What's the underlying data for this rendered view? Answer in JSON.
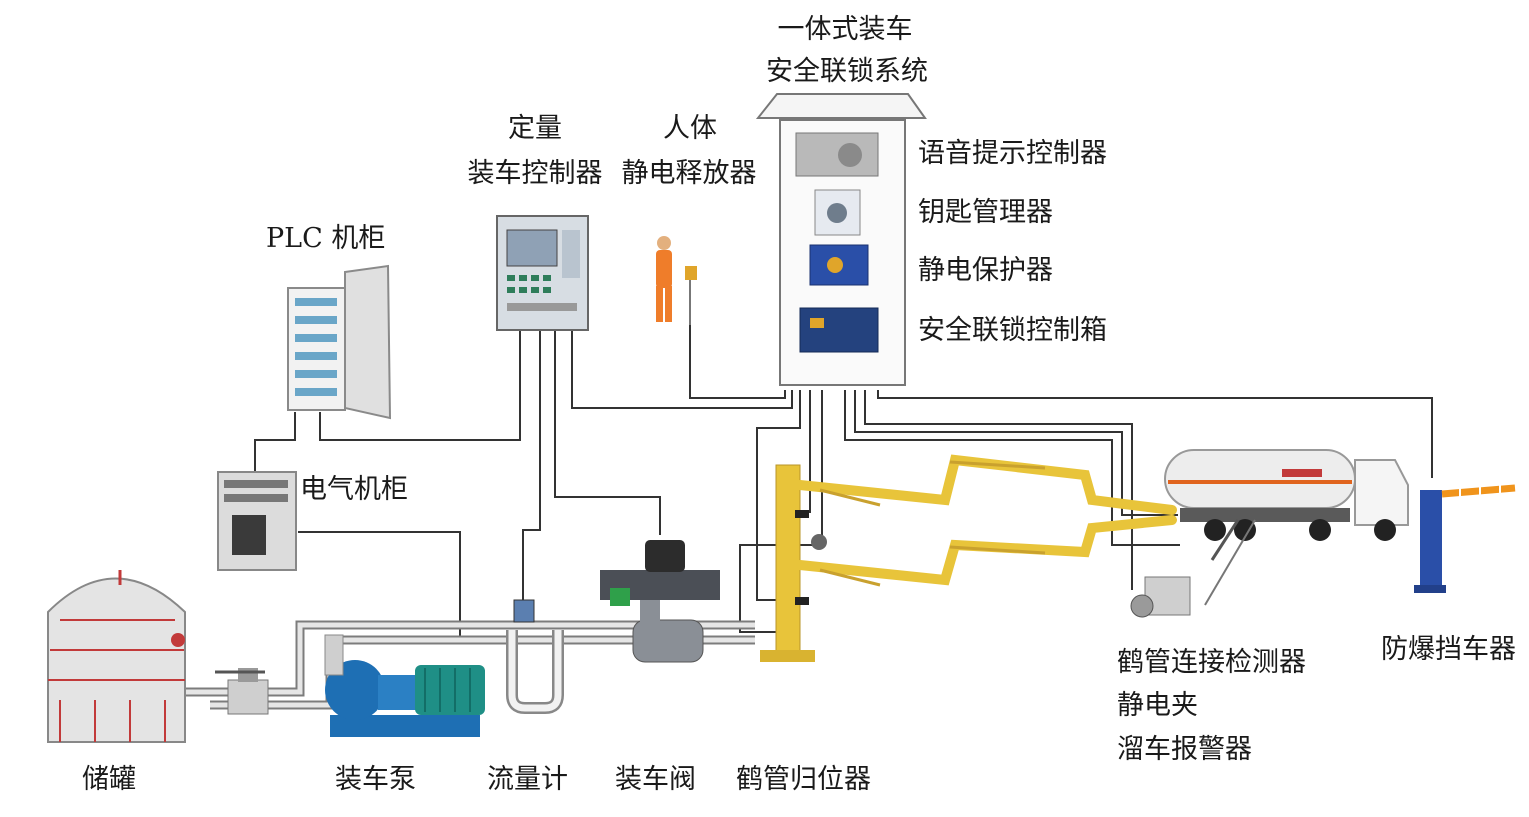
{
  "labels": {
    "system_line1": "一体式装车",
    "system_line2": "安全联锁系统",
    "quant_line1": "定量",
    "quant_line2": "装车控制器",
    "human_line1": "人体",
    "human_line2": "静电释放器",
    "voice": "语音提示控制器",
    "key": "钥匙管理器",
    "static_protect": "静电保护器",
    "interlock_box": "安全联锁控制箱",
    "plc": "PLC 机柜",
    "electric": "电气机柜",
    "tank": "储罐",
    "pump": "装车泵",
    "flowmeter": "流量计",
    "valve": "装车阀",
    "crane_return": "鹤管归位器",
    "crane_detect": "鹤管连接检测器",
    "static_clamp": "静电夹",
    "roll_alarm": "溜车报警器",
    "barrier": "防爆挡车器"
  },
  "colors": {
    "arm_yellow": "#e8c43a",
    "pump_blue": "#1e6fb4",
    "motor_teal": "#1f8f86",
    "box_blue": "#2a4fa8",
    "barrier_orange": "#f0941c",
    "wire": "#333333",
    "pipe": "#8a8a8a"
  }
}
